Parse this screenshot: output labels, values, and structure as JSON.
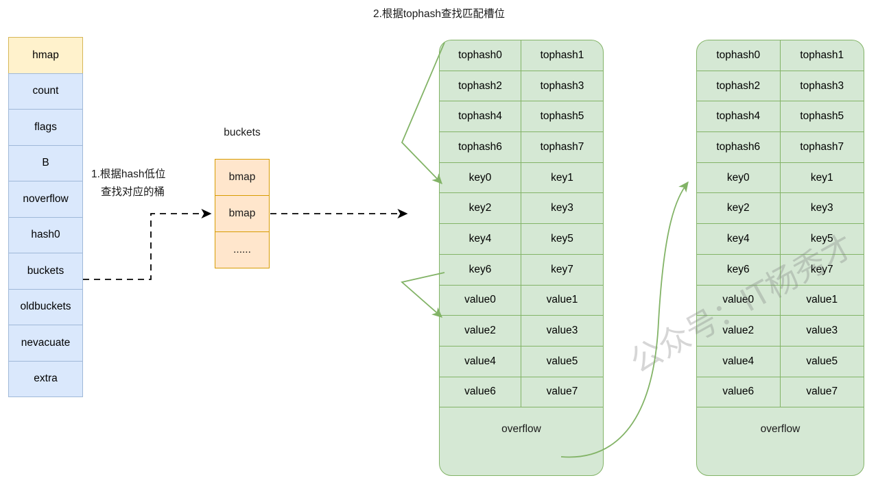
{
  "title": "2.根据tophash查找匹配槽位",
  "notes": {
    "step1_line1": "1.根据hash低位",
    "step1_line2": "查找对应的桶"
  },
  "watermark": "公众号：IT杨秀才",
  "colors": {
    "hmap_header_fill": "#fff2cc",
    "hmap_header_stroke": "#d6b656",
    "hmap_field_fill": "#dae8fc",
    "hmap_field_stroke": "#9fb8d8",
    "bucket_fill": "#ffe6cc",
    "bucket_stroke": "#d79b00",
    "bmap_fill": "#d5e8d4",
    "bmap_stroke": "#82b366",
    "arrow_green": "#82b366",
    "arrow_black": "#000000"
  },
  "hmap_struct": {
    "header": "hmap",
    "fields": [
      "count",
      "flags",
      "B",
      "noverflow",
      "hash0",
      "buckets",
      "oldbuckets",
      "nevacuate",
      "extra"
    ]
  },
  "buckets_array": {
    "label": "buckets",
    "cells": [
      "bmap",
      "bmap",
      "......"
    ]
  },
  "bmap_buckets": [
    {
      "name": "bmap-bucket-primary",
      "rows": [
        [
          "tophash0",
          "tophash1"
        ],
        [
          "tophash2",
          "tophash3"
        ],
        [
          "tophash4",
          "tophash5"
        ],
        [
          "tophash6",
          "tophash7"
        ],
        [
          "key0",
          "key1"
        ],
        [
          "key2",
          "key3"
        ],
        [
          "key4",
          "key5"
        ],
        [
          "key6",
          "key7"
        ],
        [
          "value0",
          "value1"
        ],
        [
          "value2",
          "value3"
        ],
        [
          "value4",
          "value5"
        ],
        [
          "value6",
          "value7"
        ]
      ],
      "overflow": "overflow"
    },
    {
      "name": "bmap-bucket-overflow",
      "rows": [
        [
          "tophash0",
          "tophash1"
        ],
        [
          "tophash2",
          "tophash3"
        ],
        [
          "tophash4",
          "tophash5"
        ],
        [
          "tophash6",
          "tophash7"
        ],
        [
          "key0",
          "key1"
        ],
        [
          "key2",
          "key3"
        ],
        [
          "key4",
          "key5"
        ],
        [
          "key6",
          "key7"
        ],
        [
          "value0",
          "value1"
        ],
        [
          "value2",
          "value3"
        ],
        [
          "value4",
          "value5"
        ],
        [
          "value6",
          "value7"
        ]
      ],
      "overflow": "overflow"
    }
  ]
}
